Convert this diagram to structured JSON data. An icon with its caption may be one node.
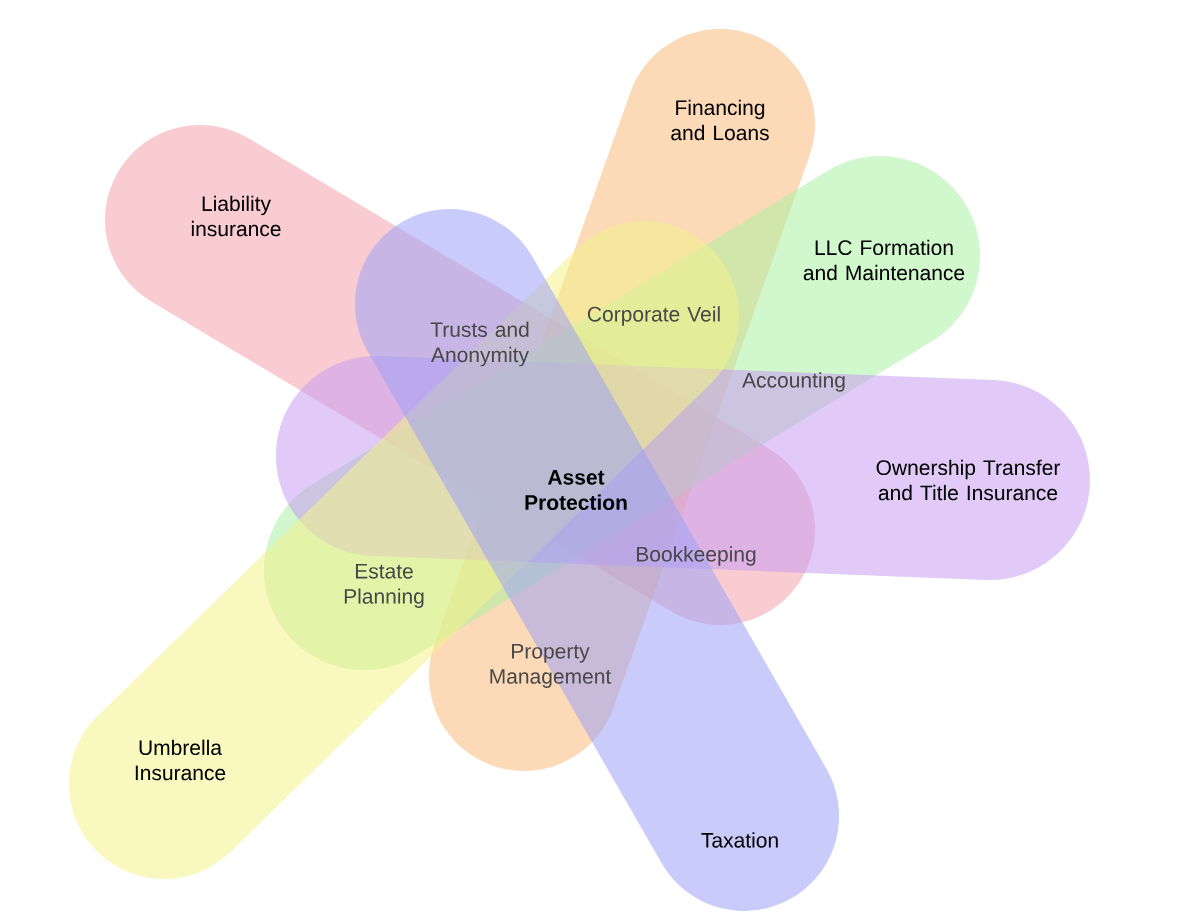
{
  "diagram": {
    "nodes": [
      {
        "text": [
          "Asset Protection"
        ]
      },
      {
        "text": [
          "Liability insurance"
        ]
      },
      {
        "text": [
          "Financing and Loans"
        ]
      },
      {
        "text": [
          "LLC Formation and Maintenance"
        ]
      },
      {
        "text": [
          "Ownership Transfer and Title Insurance"
        ]
      },
      {
        "text": [
          "Umbrella Insurance"
        ]
      },
      {
        "text": [
          "Taxation"
        ]
      }
    ],
    "edges": [],
    "labels": [
      "Trusts and Anonymity",
      "Corporate Veil",
      "Accounting",
      "Bookkeeping",
      "Estate Planning",
      "Property Management"
    ]
  }
}
